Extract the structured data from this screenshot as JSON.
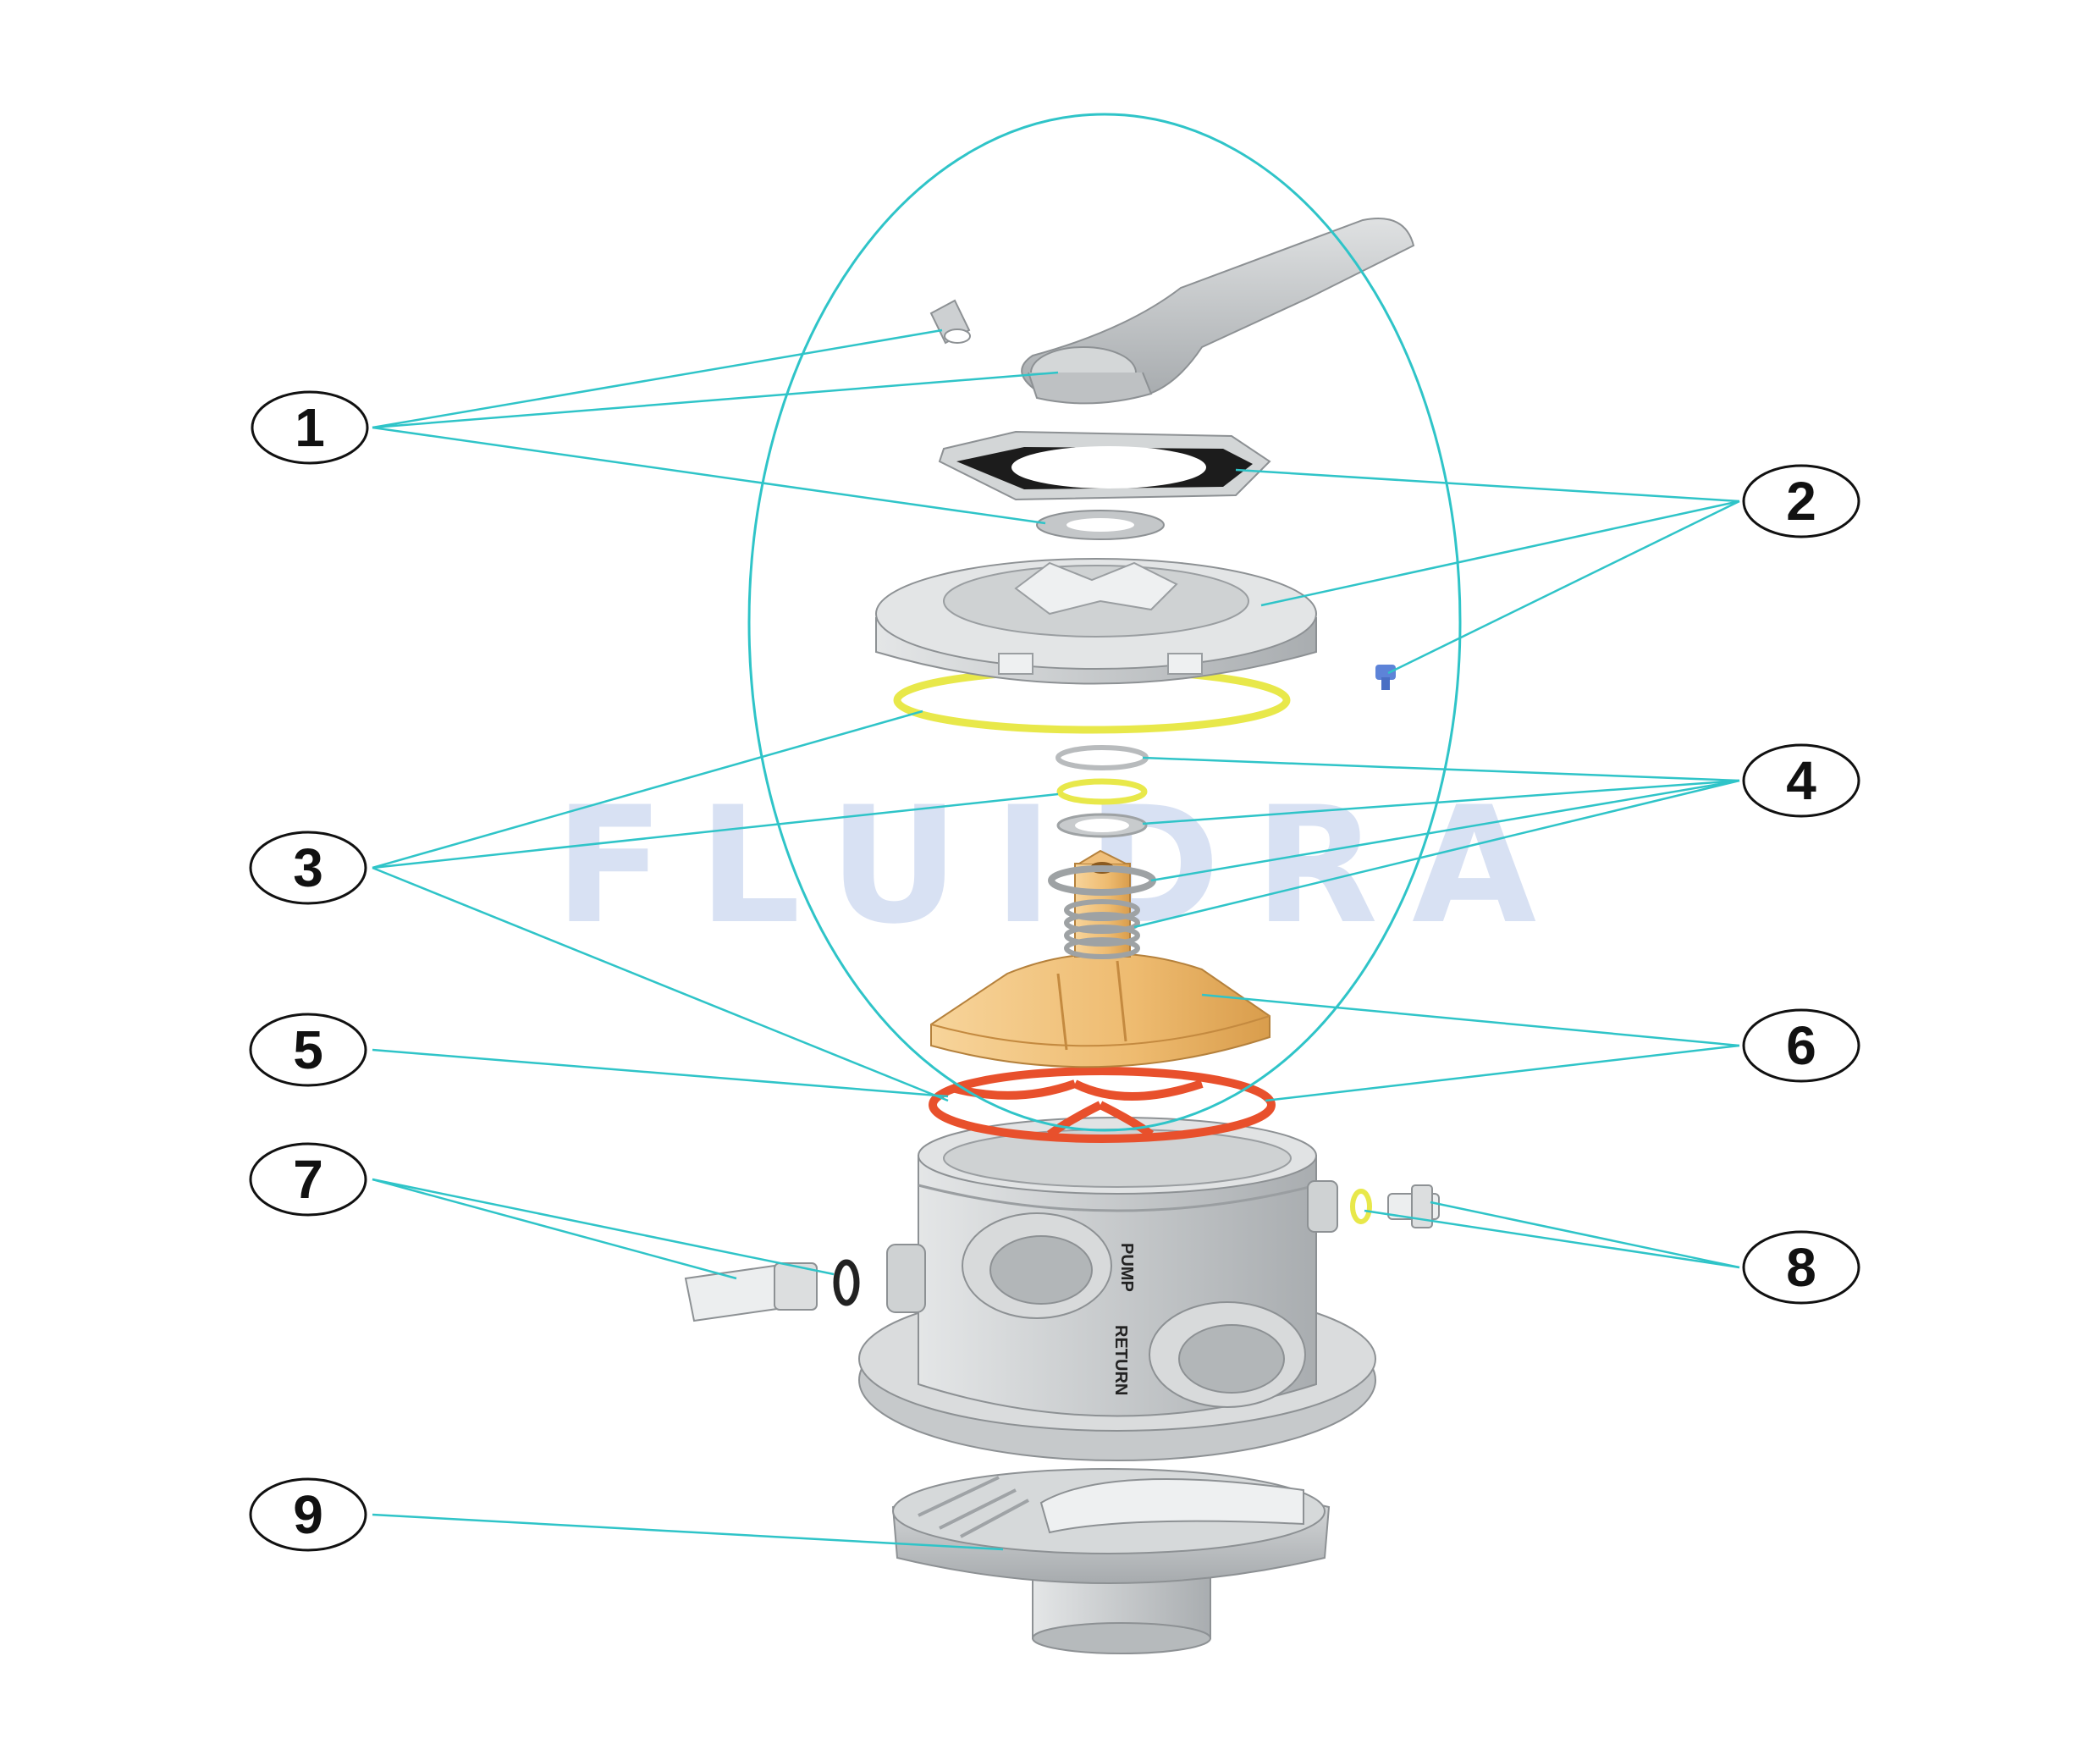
{
  "watermark": "FLUIDRA",
  "port_labels": {
    "pump": "PUMP",
    "return": "RETURN"
  },
  "callouts": [
    "1",
    "2",
    "3",
    "4",
    "5",
    "6",
    "7",
    "8",
    "9"
  ],
  "colors": {
    "leader": "#2fc4c8",
    "gray_part": "#c9ccce",
    "yellow_ring": "#e8e84a",
    "orange_gasket": "#e8502c",
    "tan_rotor": "#f0bf7a",
    "blue_screw": "#5d83d8"
  }
}
